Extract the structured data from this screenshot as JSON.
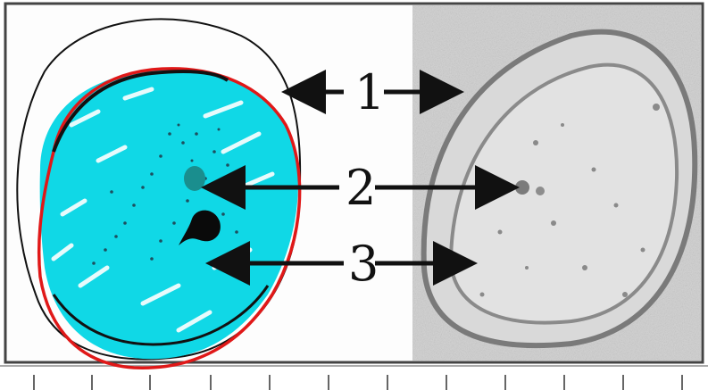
{
  "labels": [
    {
      "id": "1",
      "text": "1"
    },
    {
      "id": "2",
      "text": "2"
    },
    {
      "id": "3",
      "text": "3"
    }
  ],
  "colors": {
    "cell_fill": "#10d8e6",
    "membrane_red": "#e01818",
    "outer_wall": "#111111",
    "photo_bg": "#c9c9c9"
  }
}
